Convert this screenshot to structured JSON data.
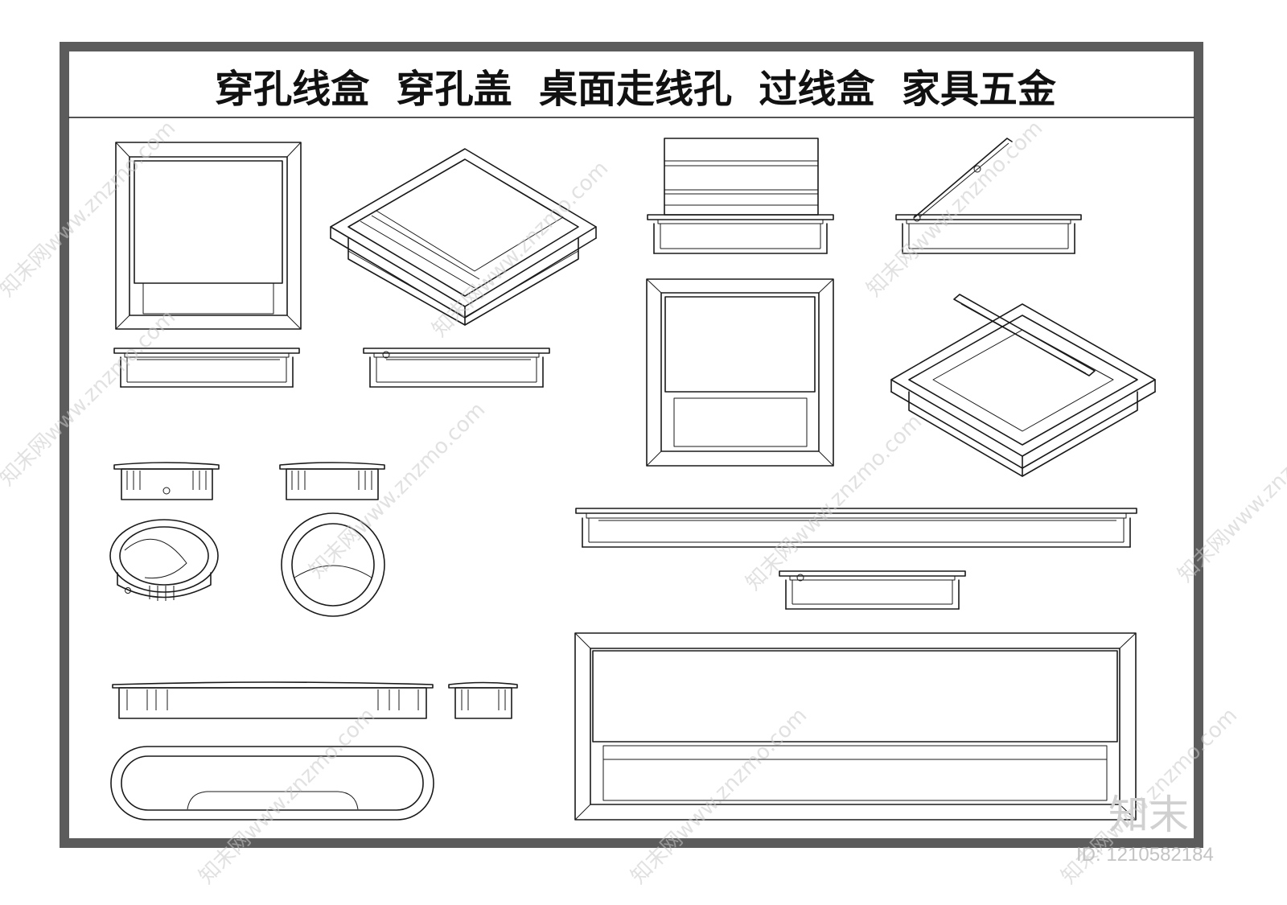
{
  "title": "穿孔线盒  穿孔盖  桌面走线孔  过线盒  家具五金",
  "watermark": {
    "text": "知末网www.znzmo.com",
    "brand_logo": "知末",
    "id_label": "ID: 1210582184",
    "color": "#c8c8c8"
  },
  "colors": {
    "frame": "#5c5c5c",
    "line": "#1a1a1a",
    "background": "#ffffff"
  },
  "drawings": [
    "square-grommet-top-view",
    "square-grommet-isometric",
    "square-grommet-side-view-a",
    "square-grommet-side-view-b",
    "hinged-box-front-view",
    "hinged-box-side-view-open",
    "hinged-box-top-view",
    "hinged-box-isometric-open",
    "round-grommet-side-view-a",
    "round-grommet-side-view-b",
    "round-grommet-isometric",
    "round-grommet-top-view",
    "long-box-side-view",
    "long-box-side-view-short",
    "long-box-top-view",
    "oval-grommet-side-view",
    "small-grommet-side-view",
    "oval-grommet-top-view"
  ]
}
